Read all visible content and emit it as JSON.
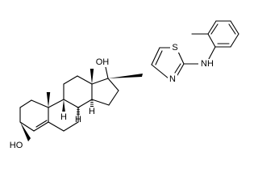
{
  "molecule": {
    "atom_labels": {
      "hydroxyl_3": "HO",
      "hydroxyl_17": "OH",
      "sulfur": "S",
      "thiazole_nitrogen": "N",
      "amine": "NH",
      "h_8": "H",
      "h_9": "H",
      "h_14": "H"
    },
    "colors": {
      "ink": "#000000",
      "background": "#ffffff"
    }
  }
}
